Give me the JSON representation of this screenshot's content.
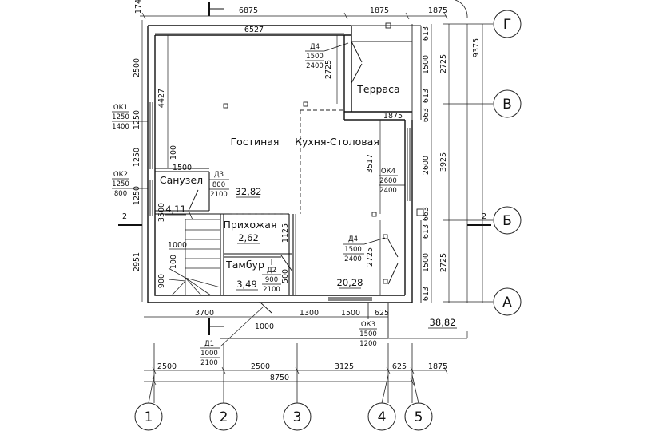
{
  "rooms": {
    "living": "Гостиная",
    "kitchen": "Кухня-Столовая",
    "terrace": "Терраса",
    "bathroom": "Санузел",
    "hallway": "Прихожая",
    "vestibule": "Тамбур"
  },
  "areas": {
    "living": "32,82",
    "bathroom": "4,11",
    "hallway": "2,62",
    "vestibule": "3,49",
    "kitchen": "20,28",
    "terrace": "38,82"
  },
  "openings": {
    "ok1": {
      "id": "ОК1",
      "w": "1250",
      "h": "1400"
    },
    "ok2": {
      "id": "ОК2",
      "w": "1250",
      "h": "800"
    },
    "ok3": {
      "id": "ОК3",
      "w": "1500",
      "h": "1200"
    },
    "ok4": {
      "id": "ОК4",
      "w": "2600",
      "h": "2400"
    },
    "d1": {
      "id": "Д1",
      "w": "1000",
      "h": "2100"
    },
    "d2": {
      "id": "Д2",
      "w": "900",
      "h": "2100"
    },
    "d3": {
      "id": "Д3",
      "w": "800",
      "h": "2100"
    },
    "d4_top": {
      "id": "Д4",
      "w": "1500",
      "h": "2400"
    },
    "d4_right": {
      "id": "Д4",
      "w": "1500",
      "h": "2400"
    }
  },
  "axes": {
    "h1": "1",
    "h2": "2",
    "h3": "3",
    "h4": "4",
    "h5": "5",
    "vA": "А",
    "vB": "Б",
    "vV": "В",
    "vG": "Г"
  },
  "section_mark": "2",
  "dims": {
    "top_6875": "6875",
    "top_1875a": "1875",
    "top_1875b": "1875",
    "top_174": "174",
    "top_inner": "6527",
    "bot_2500a": "2500",
    "bot_2500b": "2500",
    "bot_3125": "3125",
    "bot_625": "625",
    "bot_1875": "1875",
    "bot_total": "8750",
    "bot_3700": "3700",
    "bot_1000": "1000",
    "bot_1300": "1300",
    "bot_1500": "1500",
    "bot_625b": "625",
    "left_2500": "2500",
    "left_4427": "4427",
    "left_1250a": "1250",
    "left_1250b": "1250",
    "left_1250c": "1250",
    "left_3500": "3500",
    "left_2951": "2951",
    "right_613a": "613",
    "right_1500a": "1500",
    "right_613b": "613",
    "right_663a": "663",
    "right_2600": "2600",
    "right_663b": "663",
    "right_613c": "613",
    "right_1500b": "1500",
    "right_613d": "613",
    "right_2725a": "2725",
    "right_3925": "3925",
    "right_2725b": "2725",
    "right_9375": "9375",
    "inner_2725a": "2725",
    "inner_2725b": "2725",
    "inner_3517": "3517",
    "inner_1875": "1875",
    "inner_1500": "1500",
    "inner_100a": "100",
    "inner_100b": "100",
    "inner_1000": "1000",
    "inner_900": "900",
    "inner_1125": "1125",
    "inner_500": "500"
  }
}
